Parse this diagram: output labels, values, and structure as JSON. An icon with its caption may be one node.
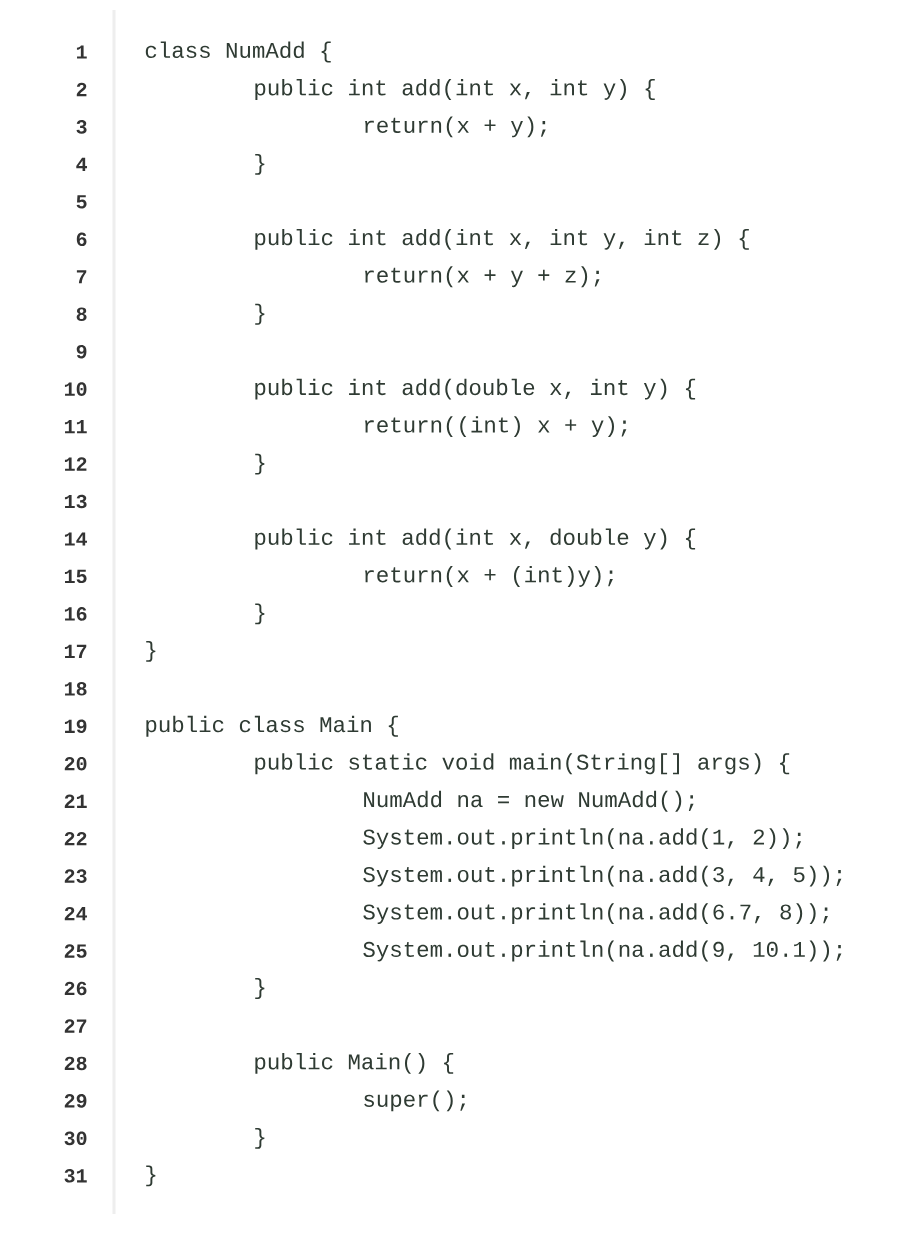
{
  "diagram": {
    "labels": [
      "1",
      "class NumAdd {",
      "2",
      "public int add(int x, int y) {",
      "3",
      "return(x + y);",
      "4",
      "}",
      "5",
      "6",
      "public int add(int x, int y, int z) {",
      "7",
      "return(x + y + z);",
      "8",
      "}",
      "9",
      "10",
      "public int add(double x, int y) {",
      "11",
      "return((int) x + y);",
      "12",
      "}",
      "13",
      "14",
      "public int add(int x, double y) {",
      "15",
      "return(x + (int)y);",
      "16",
      "}",
      "17",
      "}",
      "18",
      "19",
      "public class Main {",
      "20",
      "public static void main(String[] args) {",
      "21",
      "NumAdd na = new NumAdd();",
      "22",
      "System.out.println(na.add(1, 2));",
      "23",
      "System.out.println(na.add(3, 4, 5));",
      "24",
      "System.out.println(na.add(6.7, 8));",
      "25",
      "System.out.println(na.add(9, 10.1));",
      "26",
      "}",
      "27",
      "28",
      "public Main() {",
      "29",
      "super();",
      "30",
      "}",
      "31",
      "}"
    ]
  }
}
